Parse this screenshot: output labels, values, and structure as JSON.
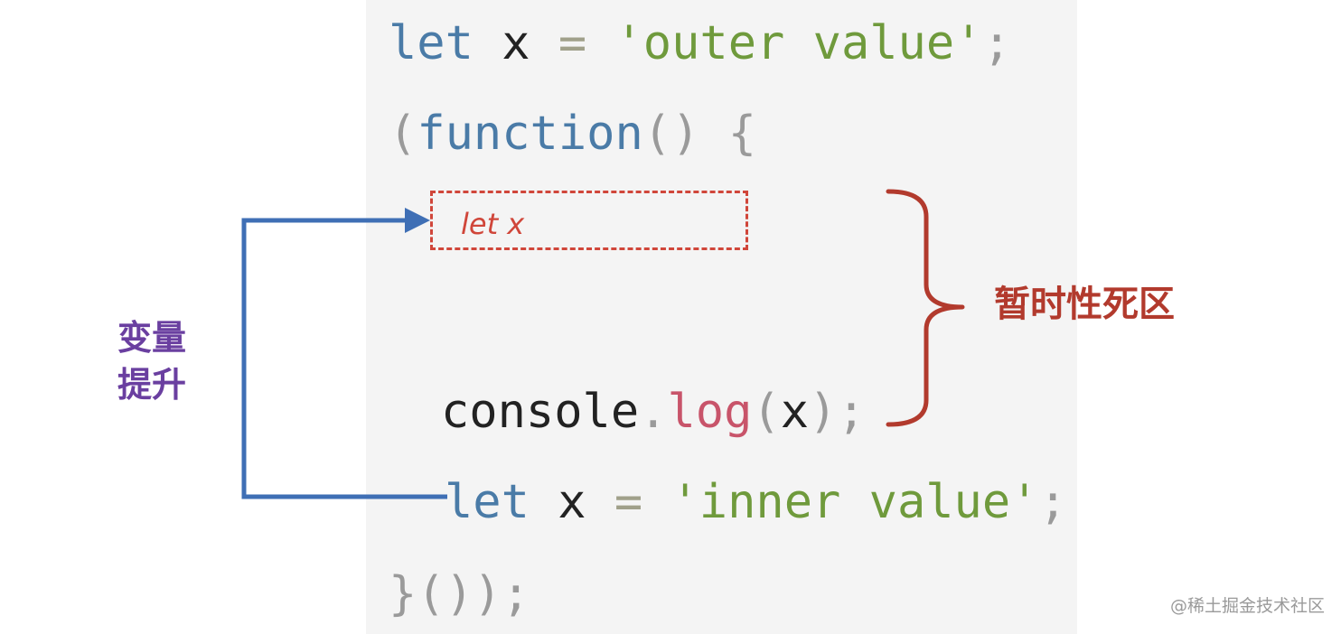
{
  "code": {
    "line1": {
      "kw": "let",
      "ident": "x",
      "op": "=",
      "str": "'outer value'",
      "punc": ";"
    },
    "line2": {
      "open_paren": "(",
      "kw": "function",
      "parens": "()",
      "brace": "{"
    },
    "line3": {
      "ident": "console",
      "dot": ".",
      "method": "log",
      "open": "(",
      "arg": "x",
      "close": ");"
    },
    "line4": {
      "kw": "let",
      "ident": "x",
      "op": "=",
      "str": "'inner value'",
      "punc": ";"
    },
    "line5": {
      "text": "}());"
    }
  },
  "tdz": {
    "box_label": "let x",
    "label": "暂时性死区",
    "color": "#b23a2d",
    "box_color": "#d0463a"
  },
  "hoisting": {
    "label_line1": "变量",
    "label_line2": "提升",
    "color": "#6a3fa0",
    "arrow_color": "#3f6fb5"
  },
  "watermark": "@稀土掘金技术社区"
}
